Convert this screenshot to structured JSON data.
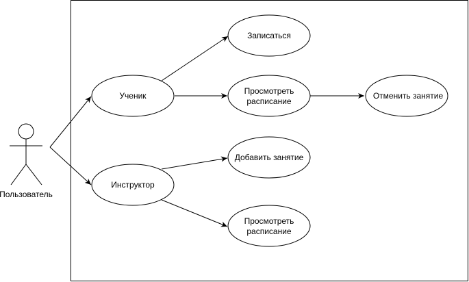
{
  "actor": {
    "label": "Пользователь"
  },
  "use_cases": {
    "student": "Ученик",
    "enroll": "Записаться",
    "view_schedule_student": [
      "Просмотреть",
      "расписание"
    ],
    "cancel_class": "Отменить занятие",
    "instructor": "Инструктор",
    "add_class": "Добавить занятие",
    "view_schedule_instructor": [
      "Просмотреть",
      "расписание"
    ]
  },
  "colors": {
    "stroke": "#000000",
    "fill": "#ffffff",
    "text": "#000000"
  }
}
